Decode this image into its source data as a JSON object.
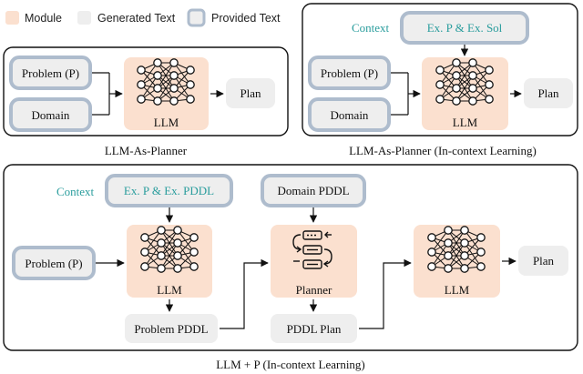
{
  "legend": {
    "module": "Module",
    "generated": "Generated Text",
    "provided": "Provided Text"
  },
  "colors": {
    "module_fill": "#fbe0cf",
    "generated_fill": "#eeeeee",
    "provided_fill": "#eeeeee",
    "provided_border": "#aebccd",
    "context_text": "#2a9d9d",
    "panel_border": "#111111"
  },
  "panel1": {
    "caption": "LLM-As-Planner",
    "problem": "Problem (P)",
    "domain": "Domain",
    "llm": "LLM",
    "plan": "Plan"
  },
  "panel2": {
    "caption": "LLM-As-Planner (In-context Learning)",
    "context_label": "Context",
    "context_box": "Ex. P & Ex. Sol",
    "problem": "Problem (P)",
    "domain": "Domain",
    "llm": "LLM",
    "plan": "Plan"
  },
  "panel3": {
    "caption": "LLM + P (In-context Learning)",
    "context_label": "Context",
    "context_box": "Ex. P & Ex. PDDL",
    "problem": "Problem (P)",
    "llm": "LLM",
    "problem_pddl": "Problem PDDL",
    "domain_pddl": "Domain PDDL",
    "planner": "Planner",
    "pddl_plan": "PDDL Plan",
    "llm2": "LLM",
    "plan": "Plan"
  }
}
